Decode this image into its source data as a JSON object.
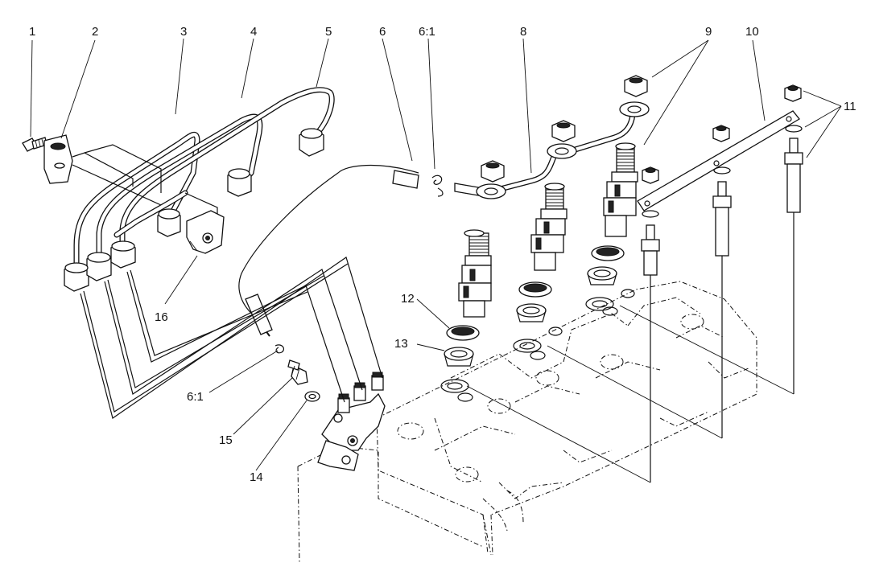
{
  "callouts": [
    "1",
    "2",
    "3",
    "4",
    "5",
    "6",
    "6:1",
    "8",
    "9",
    "10",
    "11",
    "12",
    "13",
    "14",
    "15",
    "16",
    "6:1"
  ]
}
